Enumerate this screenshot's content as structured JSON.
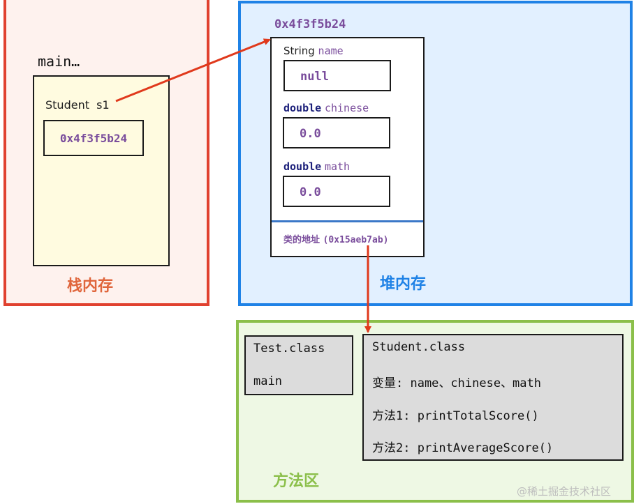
{
  "stack": {
    "main_label": "main…",
    "var_type": "Student",
    "var_name": "s1",
    "address": "0x4f3f5b24",
    "title": "栈内存"
  },
  "heap": {
    "address": "0x4f3f5b24",
    "fields": [
      {
        "type": "String",
        "name": "name",
        "value": "null"
      },
      {
        "type": "double",
        "name": "chinese",
        "value": "0.0"
      },
      {
        "type": "double",
        "name": "math",
        "value": "0.0"
      }
    ],
    "class_address_label": "类的地址",
    "class_address_value": "(0x15aeb7ab)",
    "title": "堆内存"
  },
  "method_area": {
    "test_class": {
      "name": "Test.class",
      "method": "main"
    },
    "student_class": {
      "name": "Student.class",
      "variables": "变量: name、chinese、math",
      "method1": "方法1: printTotalScore()",
      "method2": "方法2: printAverageScore()"
    },
    "title": "方法区"
  },
  "watermark": "@稀土掘金技术社区",
  "colors": {
    "stack_border": "#e0412f",
    "heap_border": "#1f82e6",
    "method_border": "#8bbf4a",
    "arrow": "#e0391c",
    "address_purple": "#7a4d9c"
  }
}
